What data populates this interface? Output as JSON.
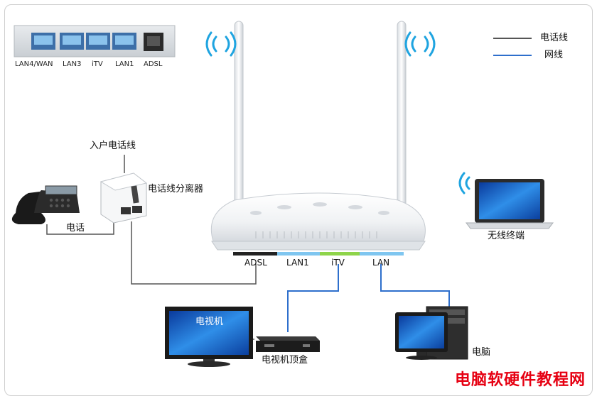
{
  "legend": {
    "phone_line": "电话线",
    "network_line": "网线",
    "phone_line_color": "#555555",
    "network_line_color": "#2e6fcc"
  },
  "rear_panel": {
    "ports": [
      "LAN4/WAN",
      "LAN3",
      "iTV",
      "LAN1",
      "ADSL"
    ]
  },
  "router_ports": {
    "adsl": "ADSL",
    "lan1": "LAN1",
    "itv": "iTV",
    "lan": "LAN"
  },
  "labels": {
    "incoming_line": "入户电话线",
    "splitter": "电话线分离器",
    "phone": "电话",
    "wireless_terminal": "无线终端",
    "tv": "电视机",
    "set_top_box": "电视机顶盒",
    "computer": "电脑"
  },
  "watermark": "电脑软硬件教程网",
  "colors": {
    "adsl_strip": "#222222",
    "lan_strip": "#7fc6f0",
    "itv_strip": "#8ed44a",
    "watermark": "#e60012"
  }
}
